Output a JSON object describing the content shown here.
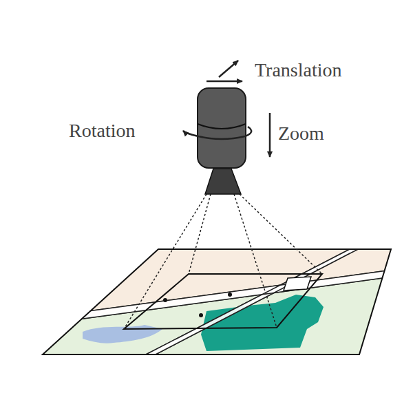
{
  "diagram": {
    "labels": [
      "Translation",
      "Rotation",
      "Zoom"
    ]
  }
}
